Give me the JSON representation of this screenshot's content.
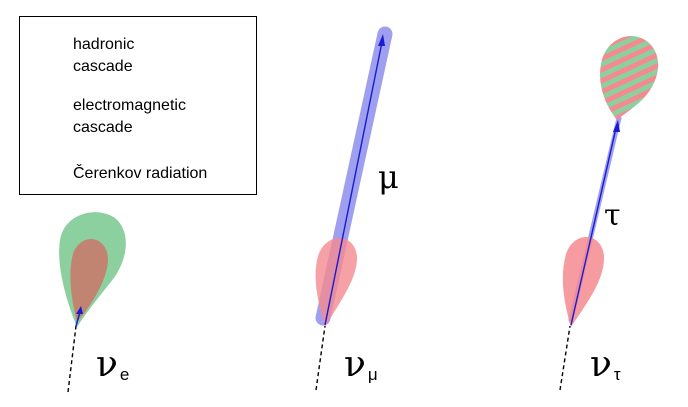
{
  "legend": {
    "items": [
      {
        "label": "hadronic\ncascade",
        "icon": "hadronic-cascade-swatch"
      },
      {
        "label": "electromagnetic\ncascade",
        "icon": "em-cascade-swatch"
      },
      {
        "label": "Čerenkov radiation",
        "icon": "cerenkov-swatch"
      }
    ]
  },
  "colors": {
    "hadronic": "#f48a8f",
    "electromagnetic": "#8dd0a0",
    "cerenkov": "#9ea0ef",
    "track": "#1a1ad0",
    "cascade_overlap": "#c08470"
  },
  "labels": {
    "nu_e": {
      "main": "ν",
      "sub": "e"
    },
    "nu_mu": {
      "main": "ν",
      "sub": "μ"
    },
    "nu_tau": {
      "main": "ν",
      "sub": "τ"
    },
    "muon": "μ",
    "tau": "τ"
  }
}
